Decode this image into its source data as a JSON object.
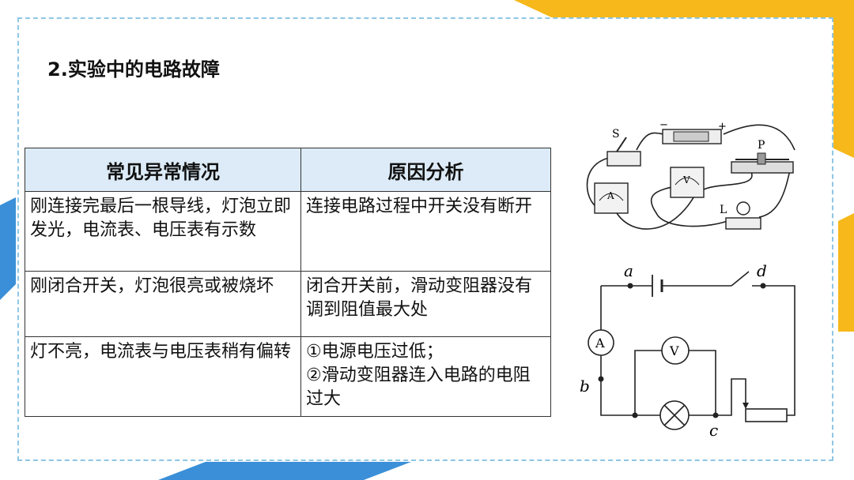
{
  "section": {
    "title": "2.实验中的电路故障"
  },
  "table": {
    "headers": [
      "常见异常情况",
      "原因分析"
    ],
    "rows": [
      {
        "situation": "刚连接完最后一根导线，灯泡立即发光，电流表、电压表有示数",
        "reason": "连接电路过程中开关没有断开"
      },
      {
        "situation": "刚闭合开关，灯泡很亮或被烧坏",
        "reason": "闭合开关前，滑动变阻器没有调到阻值最大处"
      },
      {
        "situation": "灯不亮，电流表与电压表稍有偏转",
        "reason_lines": [
          "①电源电压过低；",
          "②滑动变阻器连入电路的电阻过大"
        ]
      }
    ]
  },
  "apparatus": {
    "labels": {
      "switch": "S",
      "battery_minus": "−",
      "battery_plus": "+",
      "slider": "P",
      "ammeter": "A",
      "voltmeter": "V",
      "lamp": "L"
    }
  },
  "schematic": {
    "points": {
      "a": "a",
      "b": "b",
      "c": "c",
      "d": "d"
    },
    "meters": {
      "ammeter": "A",
      "voltmeter": "V"
    }
  },
  "colors": {
    "frame": "#8fc6e4",
    "header_bg": "#dcebf7",
    "accent_blue": "#3a8fd8",
    "accent_yellow": "#f6b81a"
  }
}
